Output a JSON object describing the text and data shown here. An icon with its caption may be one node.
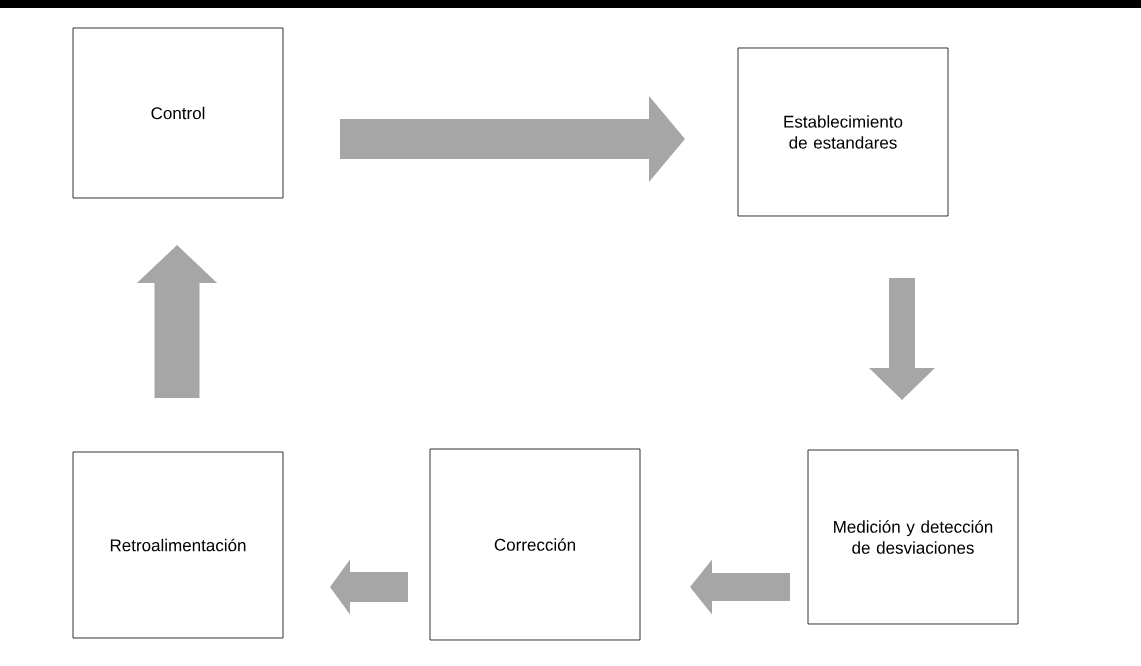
{
  "diagram": {
    "nodes": [
      {
        "text": [
          "Control"
        ]
      },
      {
        "text": [
          "Establecimiento de estandares"
        ]
      },
      {
        "text": [
          "Medición y detección de desviaciones"
        ]
      },
      {
        "text": [
          "Corrección"
        ]
      },
      {
        "text": [
          "Retroalimentación"
        ]
      }
    ],
    "edges": [
      {
        "from": 0,
        "to": 1,
        "arrow": "to"
      },
      {
        "from": 1,
        "to": 2,
        "arrow": "to"
      },
      {
        "from": 2,
        "to": 3,
        "arrow": "to"
      },
      {
        "from": 3,
        "to": 4,
        "arrow": "to"
      },
      {
        "from": 4,
        "to": 0,
        "arrow": "to"
      }
    ]
  }
}
